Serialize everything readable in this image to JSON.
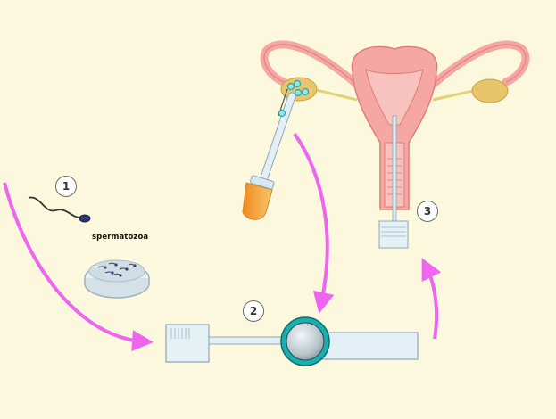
{
  "steps": [
    {
      "number": "1"
    },
    {
      "number": "2"
    },
    {
      "number": "3"
    }
  ],
  "labels": {
    "spermatozoa": "spermatozoa"
  },
  "colors": {
    "background": "#fcf8de",
    "arrow": "#ee66ee",
    "uterus": "#f4a7a3",
    "uterus_outline": "#e07c76",
    "ovary": "#e8c46a",
    "catheter": "#d9ecf5",
    "catheter_outline": "#8aa9bb",
    "bulb": "#f3a636",
    "egg_ring": "#1aaeb0"
  }
}
